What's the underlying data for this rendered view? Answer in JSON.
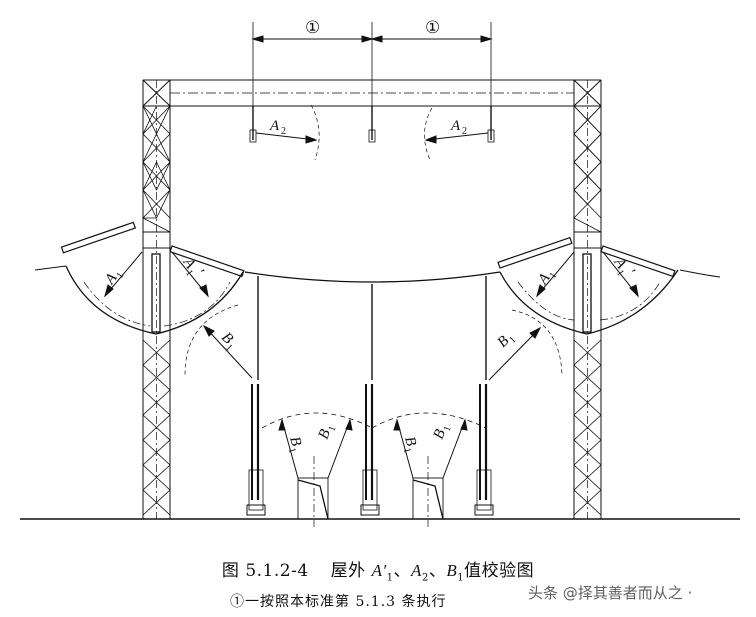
{
  "figure": {
    "dimension_marker": "①",
    "labels": {
      "A2": {
        "base": "A",
        "sub": "2"
      },
      "A1prime": {
        "base": "A",
        "sub": "1",
        "prime": "′"
      },
      "B1": {
        "base": "B",
        "sub": "1"
      }
    }
  },
  "caption": {
    "number": "图 5.1.2-4",
    "title_prefix": "屋外",
    "items": [
      {
        "base": "A′",
        "sub": "1",
        "sep": "、"
      },
      {
        "base": "A",
        "sub": "2",
        "sep": "、"
      },
      {
        "base": "B",
        "sub": "1",
        "sep": ""
      }
    ],
    "title_suffix": "值校验图"
  },
  "note": {
    "text": "①一按照本标准第 5.1.3 条执行"
  },
  "watermark": {
    "text": "头条 @择其善者而从之 ·"
  }
}
